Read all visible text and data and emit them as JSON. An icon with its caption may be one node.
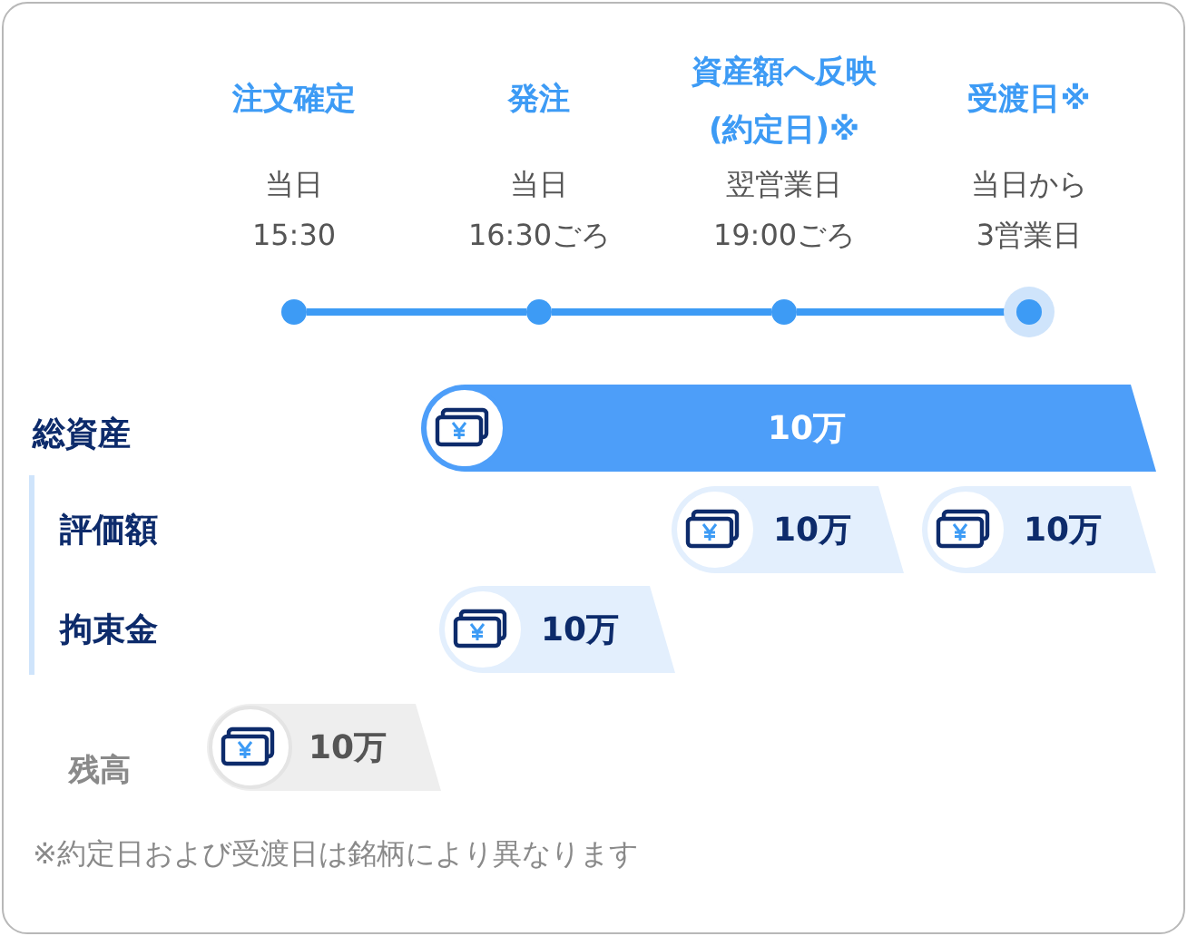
{
  "diagram": {
    "nodes": [
      {
        "text": [],
        "shape": "circle",
        "beside": [
          "注文確定",
          "当日",
          "15:30"
        ]
      },
      {
        "text": [],
        "shape": "circle",
        "beside": [
          "発注",
          "当日",
          "16:30ごろ"
        ]
      },
      {
        "text": [],
        "shape": "circle",
        "beside": [
          "資産額へ反映(約定日)※",
          "翌営業日",
          "19:00ごろ"
        ]
      },
      {
        "text": [],
        "shape": "circle",
        "beside": [
          "受渡日※",
          "当日から",
          "3営業日"
        ]
      },
      {
        "text": [
          "10万"
        ]
      },
      {
        "text": [
          "10万"
        ]
      },
      {
        "text": [
          "10万"
        ]
      },
      {
        "text": [
          "10万"
        ]
      },
      {
        "text": [
          "10万"
        ]
      }
    ],
    "edges": [
      {
        "from": 0,
        "to": 1,
        "arrow": "none"
      },
      {
        "from": 1,
        "to": 2,
        "arrow": "none"
      },
      {
        "from": 2,
        "to": 3,
        "arrow": "none"
      }
    ],
    "labels": [
      "総資産",
      "評価額",
      "拘束金",
      "残高",
      "※約定日および受渡日は銘柄により異なります"
    ]
  }
}
